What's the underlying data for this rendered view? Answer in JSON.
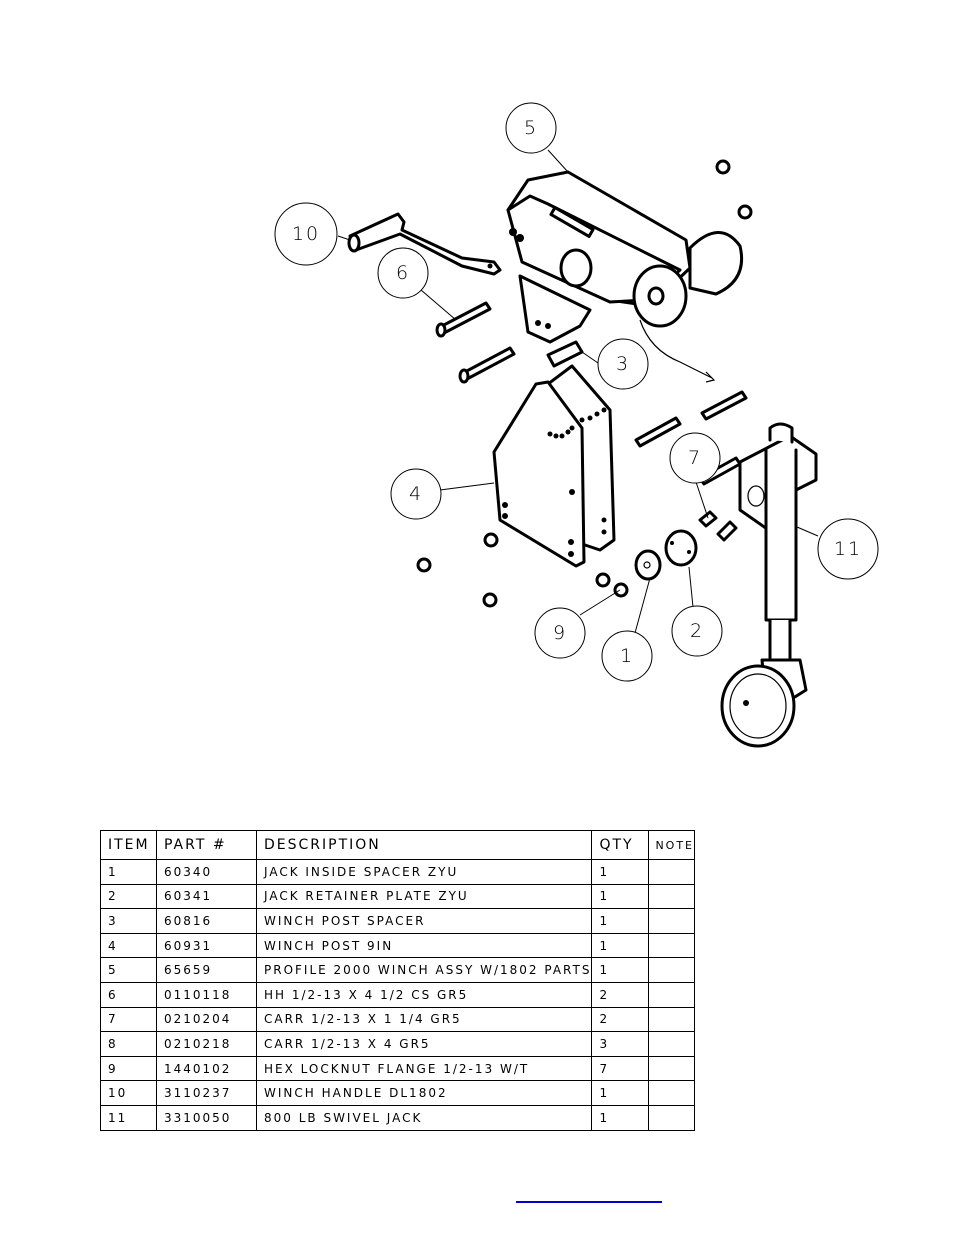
{
  "diagram": {
    "balloons": [
      {
        "label": "1"
      },
      {
        "label": "2"
      },
      {
        "label": "3"
      },
      {
        "label": "4"
      },
      {
        "label": "5"
      },
      {
        "label": "6"
      },
      {
        "label": "7"
      },
      {
        "label": "9"
      },
      {
        "label": "10"
      },
      {
        "label": "11"
      }
    ]
  },
  "bom": {
    "headers": {
      "item": "ITEM",
      "part": "PART #",
      "description": "DESCRIPTION",
      "qty": "QTY",
      "note": "NOTE"
    },
    "rows": [
      {
        "item": "1",
        "part": "60340",
        "description": "JACK INSIDE SPACER ZYU",
        "qty": "1",
        "note": ""
      },
      {
        "item": "2",
        "part": "60341",
        "description": "JACK RETAINER PLATE ZYU",
        "qty": "1",
        "note": ""
      },
      {
        "item": "3",
        "part": "60816",
        "description": "WINCH POST SPACER",
        "qty": "1",
        "note": ""
      },
      {
        "item": "4",
        "part": "60931",
        "description": "WINCH POST 9IN",
        "qty": "1",
        "note": ""
      },
      {
        "item": "5",
        "part": "65659",
        "description": "PROFILE 2000 WINCH ASSY W/1802 PARTS",
        "qty": "1",
        "note": ""
      },
      {
        "item": "6",
        "part": "0110118",
        "description": "HH 1/2-13 X 4 1/2 CS GR5",
        "qty": "2",
        "note": ""
      },
      {
        "item": "7",
        "part": "0210204",
        "description": "CARR 1/2-13 X 1 1/4 GR5",
        "qty": "2",
        "note": ""
      },
      {
        "item": "8",
        "part": "0210218",
        "description": "CARR 1/2-13 X 4 GR5",
        "qty": "3",
        "note": ""
      },
      {
        "item": "9",
        "part": "1440102",
        "description": "HEX LOCKNUT FLANGE 1/2-13 W/T",
        "qty": "7",
        "note": ""
      },
      {
        "item": "10",
        "part": "3110237",
        "description": "WINCH HANDLE  DL1802",
        "qty": "1",
        "note": ""
      },
      {
        "item": "11",
        "part": "3310050",
        "description": "800 LB SWIVEL JACK",
        "qty": "1",
        "note": ""
      }
    ]
  },
  "footer": {
    "link_color": "#0000cc"
  }
}
